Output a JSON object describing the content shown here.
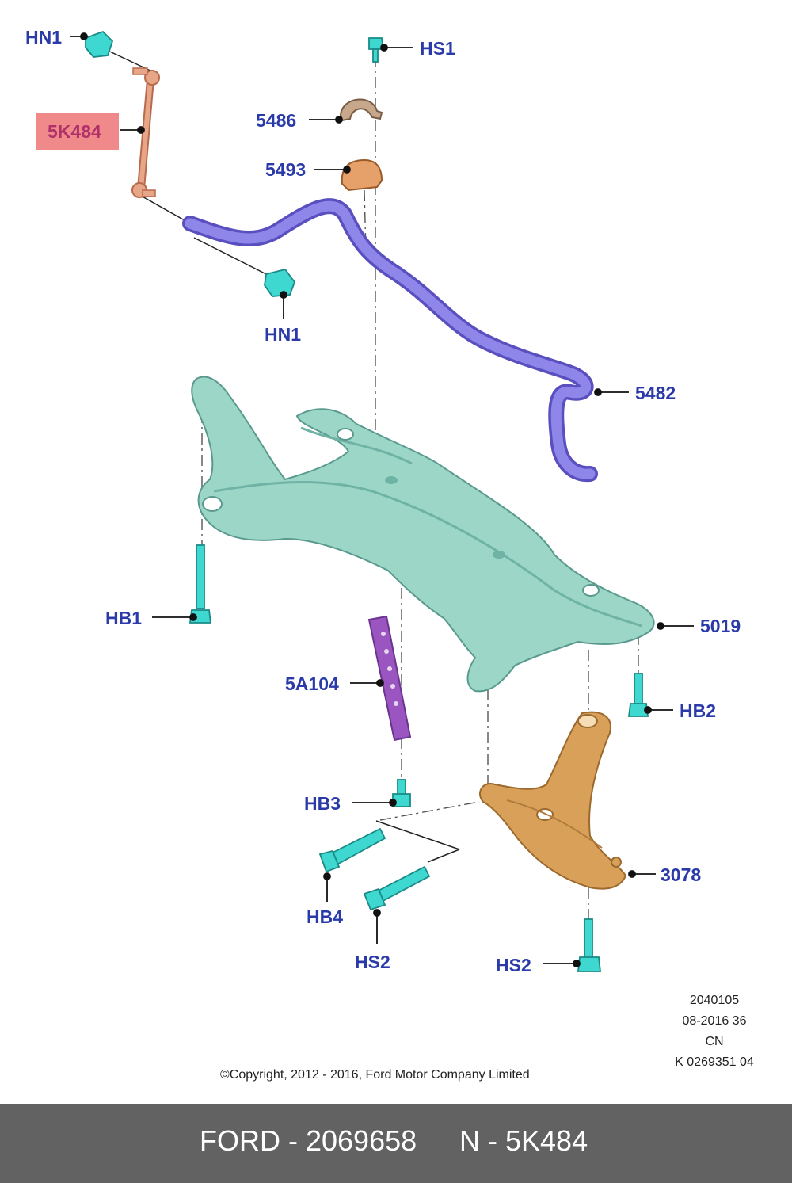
{
  "callouts": {
    "hn1_top": "HN1",
    "hs1": "HS1",
    "p5k484": "5K484",
    "p5486": "5486",
    "p5493": "5493",
    "hn1_mid": "HN1",
    "p5482": "5482",
    "hb1": "HB1",
    "p5019": "5019",
    "p5a104": "5A104",
    "hb2": "HB2",
    "hb3": "HB3",
    "p3078": "3078",
    "hb4": "HB4",
    "hs2_left": "HS2",
    "hs2_right": "HS2"
  },
  "meta": {
    "line1": "2040105",
    "line2": "08-2016 36",
    "line3": "CN",
    "line4": "K 0269351 04"
  },
  "copyright": "©Copyright, 2012 - 2016, Ford Motor Company Limited",
  "footer": {
    "brand_part": "FORD - 2069658",
    "name_part": "N - 5K484"
  },
  "colors": {
    "callout": "#2a3aa8",
    "highlight_box": "#f08a8a",
    "subframe": "#8ecfc0",
    "stabilizer_bar": "#7a70d8",
    "control_arm": "#d9a05a",
    "link": "#e29a78",
    "bracket": "#9a55c0",
    "fastener": "#3ed8d0",
    "footer_bg": "#626262"
  }
}
